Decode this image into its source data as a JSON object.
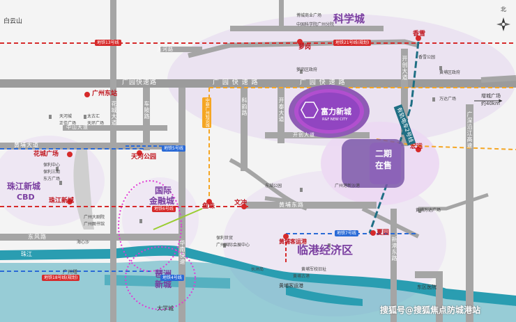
{
  "map": {
    "compass": "北",
    "mountain": "白云山",
    "districts": {
      "kexuecheng": "科学城",
      "zhujiang_cbd_1": "珠江新城",
      "zhujiang_cbd_2": "CBD",
      "intl_finance_1": "国际",
      "intl_finance_2": "金融城",
      "pazhou_1": "琶洲",
      "pazhou_2": "新城",
      "lingang": "临港经济区"
    },
    "roads": {
      "guangyuan": "广 园 快 速 路",
      "guangyuan2": "广园快速路",
      "huangpu": "黄埔大道",
      "zhongshan": "中山大道",
      "huangpu_east": "黄埔东路",
      "xingang": "新港东路",
      "huacheng": "花城大道",
      "kaichuang": "开创大道",
      "kaitai": "开泰大道",
      "chebei": "车陂路",
      "shougou": "科韵路",
      "huanan": "华南快速",
      "guangshen": "广深沿江高速",
      "jiangnan": "珠江",
      "dongfeng": "东风路",
      "tianhe_road": "天河路",
      "zhongxin": "中新广州知识城"
    },
    "stations": {
      "guangzhou_east": "广州东站",
      "huacheng_square": "花城广场",
      "zhujiang_xincheng": "珠江新城",
      "tianhe_park": "天河公园",
      "yuzhu": "鱼珠",
      "wenchong": "文冲",
      "luogang": "萝岗",
      "xiangxue": "香雪",
      "hongsheng": "宏远",
      "xiayuan": "夏园",
      "huangpu_port": "黄埔客运港"
    },
    "project": {
      "name": "富力新城",
      "name_en": "R&F NEW CITY",
      "phase2_1": "二期",
      "phase2_2": "在售"
    },
    "tram": "有轨电车2号线",
    "distance": {
      "line1": "增城广场",
      "line2": "约40km"
    },
    "lines": {
      "line13": "地铁13号线",
      "line5": "地铁5号线",
      "line6": "地铁6号线",
      "line21": "地铁21号线(规划)",
      "line7": "地铁7号线",
      "line4": "地铁4号线",
      "line18": "地铁18号线(规划)"
    },
    "pois": {
      "poi1": "博城商业广场",
      "poi2": "中国科学院广州分院",
      "poi3": "萝岗区政府",
      "poi4": "黄埔区政府",
      "poi5": "万达广场",
      "poi6": "黄埔万达广场",
      "poi7": "保利中心",
      "poi8": "保利三期",
      "poi9": "东方广场",
      "poi10": "广州大剧院",
      "poi11": "广州图书馆",
      "poi12": "广州塔",
      "poi13": "海心沙",
      "poi14": "保利世贸",
      "poi15": "广州国际会展中心",
      "poi16": "天河城",
      "poi17": "正佳广场",
      "poi18": "太古汇",
      "poi19": "天环广场",
      "poi20": "东湖公园",
      "poi21": "黄埔军校旧址",
      "poi22": "长洲岛",
      "poi23": "广州港新沙港",
      "poi24": "东区医院",
      "poi25": "大学城",
      "poi26": "黄埔古港",
      "poi27": "香雪公园"
    },
    "watermark": "搜狐号@搜狐焦点防城港站"
  }
}
